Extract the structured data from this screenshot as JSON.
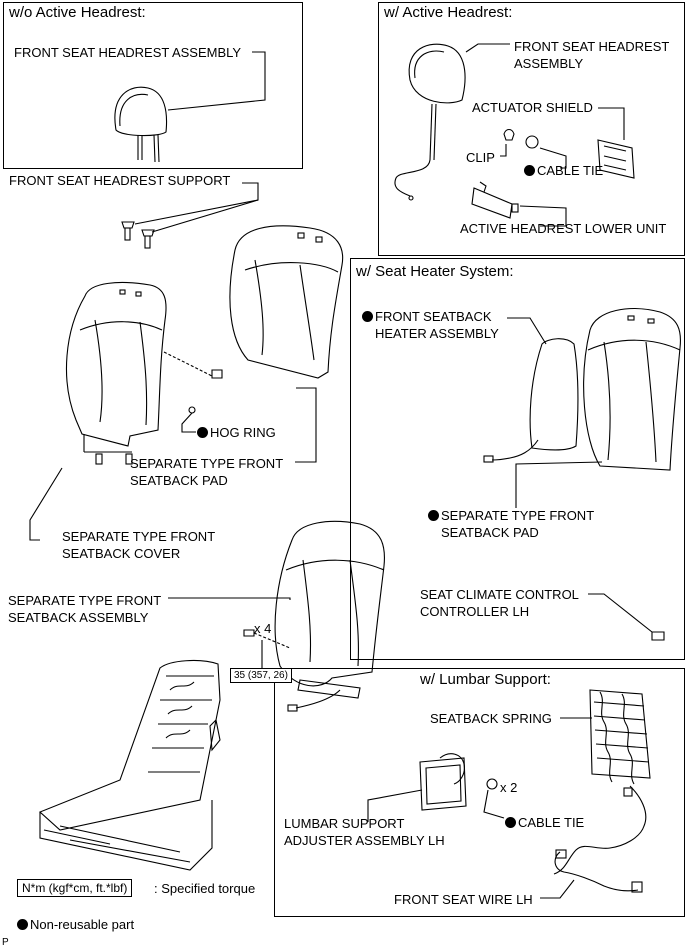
{
  "panels": {
    "without_active": {
      "title": "w/o Active Headrest:",
      "headrest_label": "FRONT SEAT HEADREST ASSEMBLY"
    },
    "with_active": {
      "title": "w/ Active Headrest:",
      "headrest_label_1": "FRONT SEAT HEADREST",
      "headrest_label_2": "ASSEMBLY",
      "actuator_shield": "ACTUATOR SHIELD",
      "clip": "CLIP",
      "cable_tie": "CABLE TIE",
      "lower_unit": "ACTIVE HEADREST LOWER UNIT"
    },
    "seat_heater": {
      "title": "w/ Seat Heater System:",
      "heater_1": "FRONT SEATBACK",
      "heater_2": "HEATER ASSEMBLY",
      "pad_1": "SEPARATE TYPE FRONT",
      "pad_2": "SEATBACK PAD",
      "controller_1": "SEAT CLIMATE CONTROL",
      "controller_2": "CONTROLLER LH"
    },
    "lumbar": {
      "title": "w/ Lumbar Support:",
      "spring": "SEATBACK SPRING",
      "adjuster_1": "LUMBAR SUPPORT",
      "adjuster_2": "ADJUSTER ASSEMBLY LH",
      "qty": "x 2",
      "cable_tie": "CABLE TIE",
      "wire": "FRONT SEAT WIRE LH"
    }
  },
  "main": {
    "headrest_support": "FRONT SEAT HEADREST SUPPORT",
    "hog_ring": "HOG RING",
    "pad_1": "SEPARATE TYPE FRONT",
    "pad_2": "SEATBACK PAD",
    "cover_1": "SEPARATE TYPE FRONT",
    "cover_2": "SEATBACK COVER",
    "assembly_1": "SEPARATE TYPE FRONT",
    "assembly_2": "SEATBACK ASSEMBLY",
    "bolt_qty": "x 4",
    "torque_value": "35 (357, 26)"
  },
  "legend": {
    "torque_unit": "N*m (kgf*cm, ft.*lbf)",
    "torque_desc": ": Specified torque",
    "nonreusable": "Non-reusable part"
  },
  "footer_mark": "P"
}
